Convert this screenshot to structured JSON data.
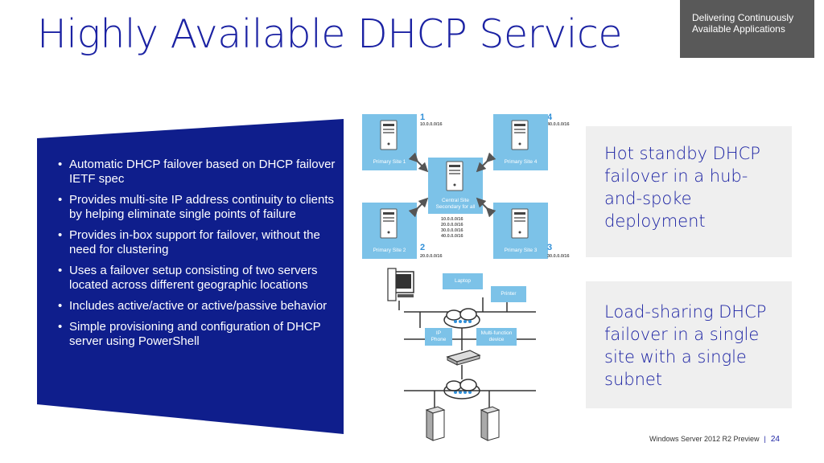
{
  "slide": {
    "title": "Highly Available DHCP Service",
    "tag": "Delivering Continuously Available Applications"
  },
  "bullets": [
    "Automatic DHCP failover based on DHCP failover IETF spec",
    "Provides multi-site IP address continuity to clients by helping eliminate single points of failure",
    "Provides in-box support for failover, without the need for clustering",
    "Uses a failover setup consisting of two servers located across different geographic locations",
    "Includes active/active or active/passive behavior",
    "Simple provisioning and configuration of DHCP server using PowerShell"
  ],
  "cards": {
    "hot_standby": "Hot standby DHCP failover in a hub-and-spoke deployment",
    "load_sharing": "Load-sharing DHCP failover in a single site with a single subnet"
  },
  "hub_diagram": {
    "sites": [
      {
        "number": "1",
        "subnet": "10.0.0.0/16",
        "label": "Primary Site 1"
      },
      {
        "number": "4",
        "subnet": "40.0.0.0/16",
        "label": "Primary Site 4"
      },
      {
        "number": "2",
        "subnet": "20.0.0.0/16",
        "label": "Primary Site 2"
      },
      {
        "number": "3",
        "subnet": "30.0.0.0/16",
        "label": "Primary Site 3"
      }
    ],
    "central": {
      "label_line1": "Central Site",
      "label_line2": "Secondary for all",
      "subnets": [
        "10.0.0.0/16",
        "20.0.0.0/16",
        "30.0.0.0/16",
        "40.0.0.0/16"
      ]
    }
  },
  "lan_diagram": {
    "laptop": "Laptop",
    "printer": "Printer",
    "ip_phone_line1": "IP",
    "ip_phone_line2": "Phone",
    "mfd_line1": "Multi-function",
    "mfd_line2": "device"
  },
  "footer": {
    "product": "Windows Server 2012 R2 Preview",
    "separator": "|",
    "page": "24"
  },
  "colors": {
    "title_blue": "#1b22a3",
    "panel_blue": "#0f1e8c",
    "tag_gray": "#595959",
    "card_gray": "#efefef",
    "diagram_blue": "#7cc2e8"
  }
}
